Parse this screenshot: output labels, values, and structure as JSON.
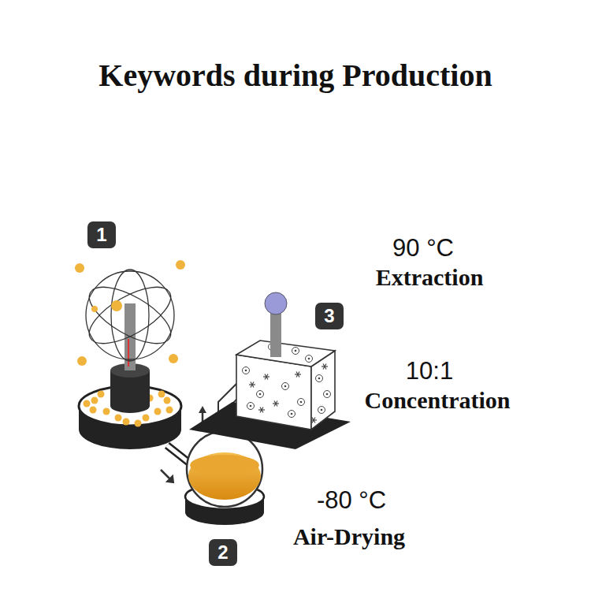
{
  "diagram": {
    "title": "Keywords during Production",
    "labels": [
      "1",
      "90 °C",
      "Extraction",
      "3",
      "10:1",
      "Concentration",
      "-80 °C",
      "Air-Drying",
      "2"
    ]
  }
}
